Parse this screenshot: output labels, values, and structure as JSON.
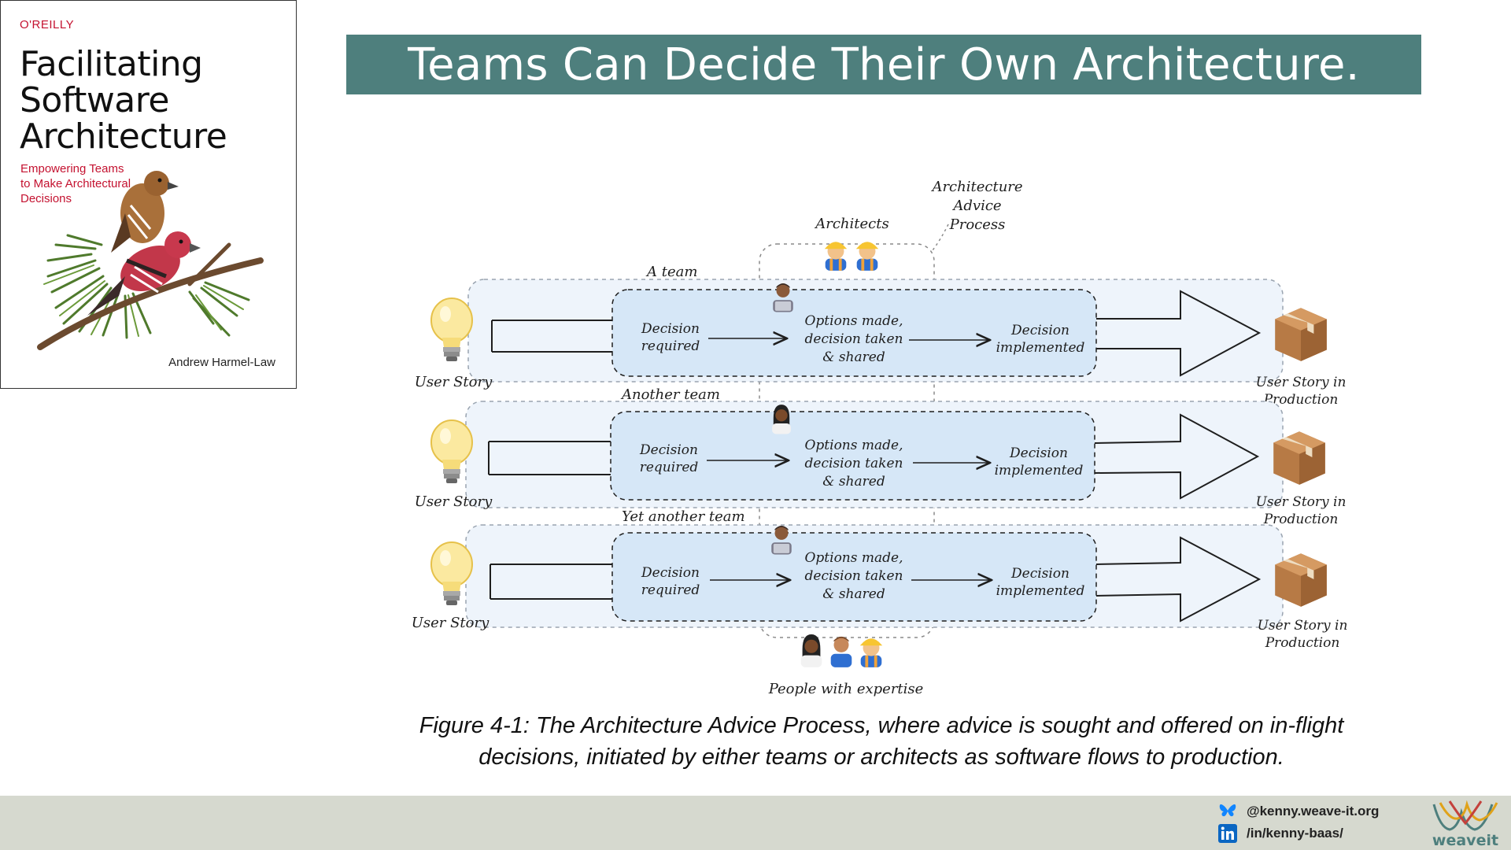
{
  "book": {
    "publisher": "O'REILLY",
    "title_lines": [
      "Facilitating",
      "Software",
      "Architecture"
    ],
    "subtitle_lines": [
      "Empowering Teams",
      "to Make Architectural",
      "Decisions"
    ],
    "author": "Andrew Harmel-Law"
  },
  "slide": {
    "title": "Teams Can Decide Their Own Architecture."
  },
  "diagram": {
    "architecture_label_lines": [
      "Architecture",
      "Advice",
      "Process"
    ],
    "architects_label": "Architects",
    "experts_label": "People with expertise",
    "lanes": [
      {
        "team": "A team",
        "start": "User Story",
        "step1_lines": [
          "Decision",
          "required"
        ],
        "step2_lines": [
          "Options made,",
          "decision taken",
          "& shared"
        ],
        "step3_lines": [
          "Decision",
          "implemented"
        ],
        "end_lines": [
          "User Story in",
          "Production"
        ]
      },
      {
        "team": "Another team",
        "start": "User Story",
        "step1_lines": [
          "Decision",
          "required"
        ],
        "step2_lines": [
          "Options made,",
          "decision taken",
          "& shared"
        ],
        "step3_lines": [
          "Decision",
          "implemented"
        ],
        "end_lines": [
          "User Story in",
          "Production"
        ]
      },
      {
        "team": "Yet another team",
        "start": "User Story",
        "step1_lines": [
          "Decision",
          "required"
        ],
        "step2_lines": [
          "Options made,",
          "decision taken",
          "& shared"
        ],
        "step3_lines": [
          "Decision",
          "implemented"
        ],
        "end_lines": [
          "User Story in",
          "Production"
        ]
      }
    ],
    "icons": {
      "start": "lightbulb-icon",
      "end": "package-icon",
      "architect": "construction-worker-icon",
      "team_member": "technologist-icon"
    },
    "colors": {
      "lane_fill": "#eef4fb",
      "inner_fill": "#d6e7f7",
      "stroke": "#1e1e1e"
    }
  },
  "caption_lines": [
    "Figure 4-1: The Architecture Advice Process, where advice is sought and offered on in-flight",
    "decisions, initiated by either teams or architects as software flows to production."
  ],
  "footer": {
    "bluesky_handle": "@kenny.weave-it.org",
    "linkedin_handle": "/in/kenny-baas/",
    "logo_text": "weaveit",
    "bar_color": "#d6d9cf",
    "accent_color": "#4e7f7d"
  }
}
